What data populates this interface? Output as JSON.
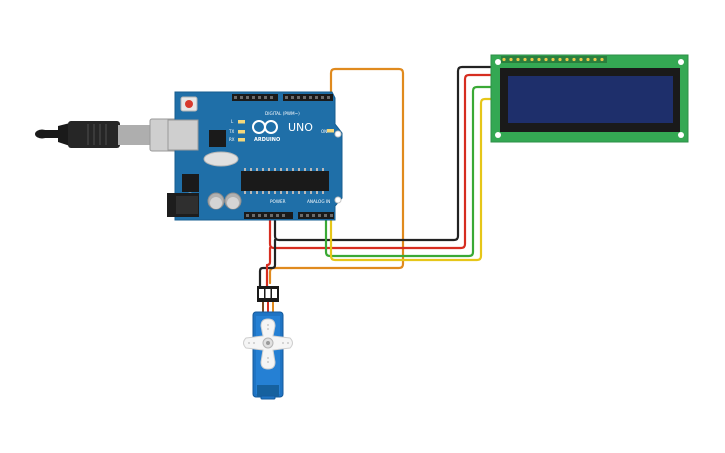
{
  "arduino": {
    "model": "UNO",
    "brand": "ARDUINO",
    "header_digital_label": "DIGITAL (PWM~)",
    "header_power_label": "POWER",
    "header_analog_label": "ANALOG IN",
    "led_labels": [
      "L",
      "TX",
      "RX"
    ],
    "on_label": "ON"
  },
  "colors": {
    "board_blue": "#1f6fa8",
    "lcd_pcb_green": "#34a853",
    "lcd_screen": "#1e2f6b",
    "servo_blue": "#1f74c4",
    "wire_black": "#222222",
    "wire_red": "#d62d20",
    "wire_green": "#3aa935",
    "wire_yellow": "#e6c619",
    "wire_orange": "#e08a1e"
  },
  "icons": [
    "usb-cable-icon",
    "infinity-logo-icon",
    "servo-horn-icon"
  ]
}
